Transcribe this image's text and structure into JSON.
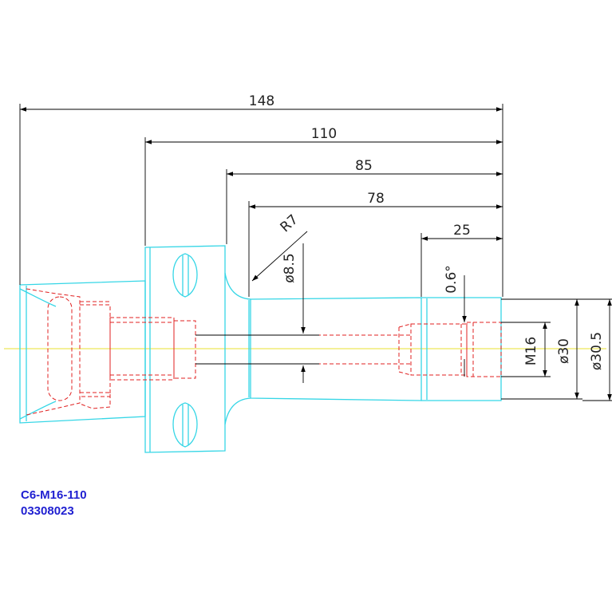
{
  "dimensions": {
    "total_length": "148",
    "length_110": "110",
    "length_85": "85",
    "length_78": "78",
    "length_25": "25",
    "radius": "R7",
    "bore_diameter": "ø8.5",
    "taper_angle": "0.6°",
    "thread": "M16",
    "shank_diameter": "ø30",
    "outer_diameter": "ø30.5"
  },
  "part": {
    "model": "C6-M16-110",
    "number": "03308023"
  },
  "colors": {
    "outline": "#35d6e6",
    "hidden_lines": "#e02020",
    "centerline": "#e8e030",
    "dimension_lines": "#000000",
    "caption_text": "#1f1fd1"
  }
}
